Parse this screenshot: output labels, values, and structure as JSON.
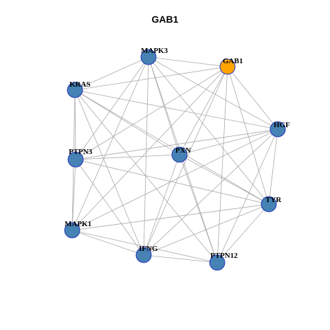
{
  "title": "GAB1",
  "colors": {
    "default_node": "#4682b4",
    "highlight_node": "#ffa500",
    "node_border": "#2233bb",
    "edge": "#a8a8a8"
  },
  "nodes": [
    {
      "id": "MAPK3",
      "label": "MAPK3",
      "highlight": false
    },
    {
      "id": "GAB1",
      "label": "GAB1",
      "highlight": true
    },
    {
      "id": "KRAS",
      "label": "KRAS",
      "highlight": false
    },
    {
      "id": "HGF",
      "label": "HGF",
      "highlight": false
    },
    {
      "id": "PXN",
      "label": "PXN",
      "highlight": false
    },
    {
      "id": "PTPN3",
      "label": "PTPN3",
      "highlight": false
    },
    {
      "id": "TYR",
      "label": "TYR",
      "highlight": false
    },
    {
      "id": "MAPK1",
      "label": "MAPK1",
      "highlight": false
    },
    {
      "id": "IFNG",
      "label": "IFNG",
      "highlight": false
    },
    {
      "id": "PTPN12",
      "label": "PTPN12",
      "highlight": false
    }
  ],
  "edges": [
    [
      "MAPK3",
      "GAB1"
    ],
    [
      "MAPK3",
      "KRAS"
    ],
    [
      "MAPK3",
      "HGF"
    ],
    [
      "MAPK3",
      "PXN"
    ],
    [
      "MAPK3",
      "TYR"
    ],
    [
      "MAPK3",
      "IFNG"
    ],
    [
      "MAPK3",
      "PTPN12"
    ],
    [
      "MAPK3",
      "PTPN3"
    ],
    [
      "MAPK3",
      "MAPK1"
    ],
    [
      "GAB1",
      "KRAS"
    ],
    [
      "GAB1",
      "HGF"
    ],
    [
      "GAB1",
      "PXN"
    ],
    [
      "GAB1",
      "PTPN3"
    ],
    [
      "GAB1",
      "TYR"
    ],
    [
      "GAB1",
      "MAPK1"
    ],
    [
      "GAB1",
      "IFNG"
    ],
    [
      "GAB1",
      "PTPN12"
    ],
    [
      "KRAS",
      "HGF"
    ],
    [
      "KRAS",
      "PXN"
    ],
    [
      "KRAS",
      "PTPN3"
    ],
    [
      "KRAS",
      "TYR"
    ],
    [
      "KRAS",
      "MAPK1"
    ],
    [
      "KRAS",
      "IFNG"
    ],
    [
      "KRAS",
      "PTPN12"
    ],
    [
      "HGF",
      "PXN"
    ],
    [
      "HGF",
      "PTPN3"
    ],
    [
      "HGF",
      "TYR"
    ],
    [
      "HGF",
      "MAPK1"
    ],
    [
      "HGF",
      "IFNG"
    ],
    [
      "HGF",
      "PTPN12"
    ],
    [
      "PXN",
      "PTPN3"
    ],
    [
      "PXN",
      "TYR"
    ],
    [
      "PXN",
      "IFNG"
    ],
    [
      "PXN",
      "PTPN12"
    ],
    [
      "PTPN3",
      "MAPK1"
    ],
    [
      "PTPN3",
      "TYR"
    ],
    [
      "PTPN3",
      "IFNG"
    ],
    [
      "TYR",
      "MAPK1"
    ],
    [
      "TYR",
      "IFNG"
    ],
    [
      "TYR",
      "PTPN12"
    ],
    [
      "MAPK1",
      "IFNG"
    ],
    [
      "MAPK1",
      "PTPN12"
    ],
    [
      "IFNG",
      "PTPN12"
    ]
  ]
}
